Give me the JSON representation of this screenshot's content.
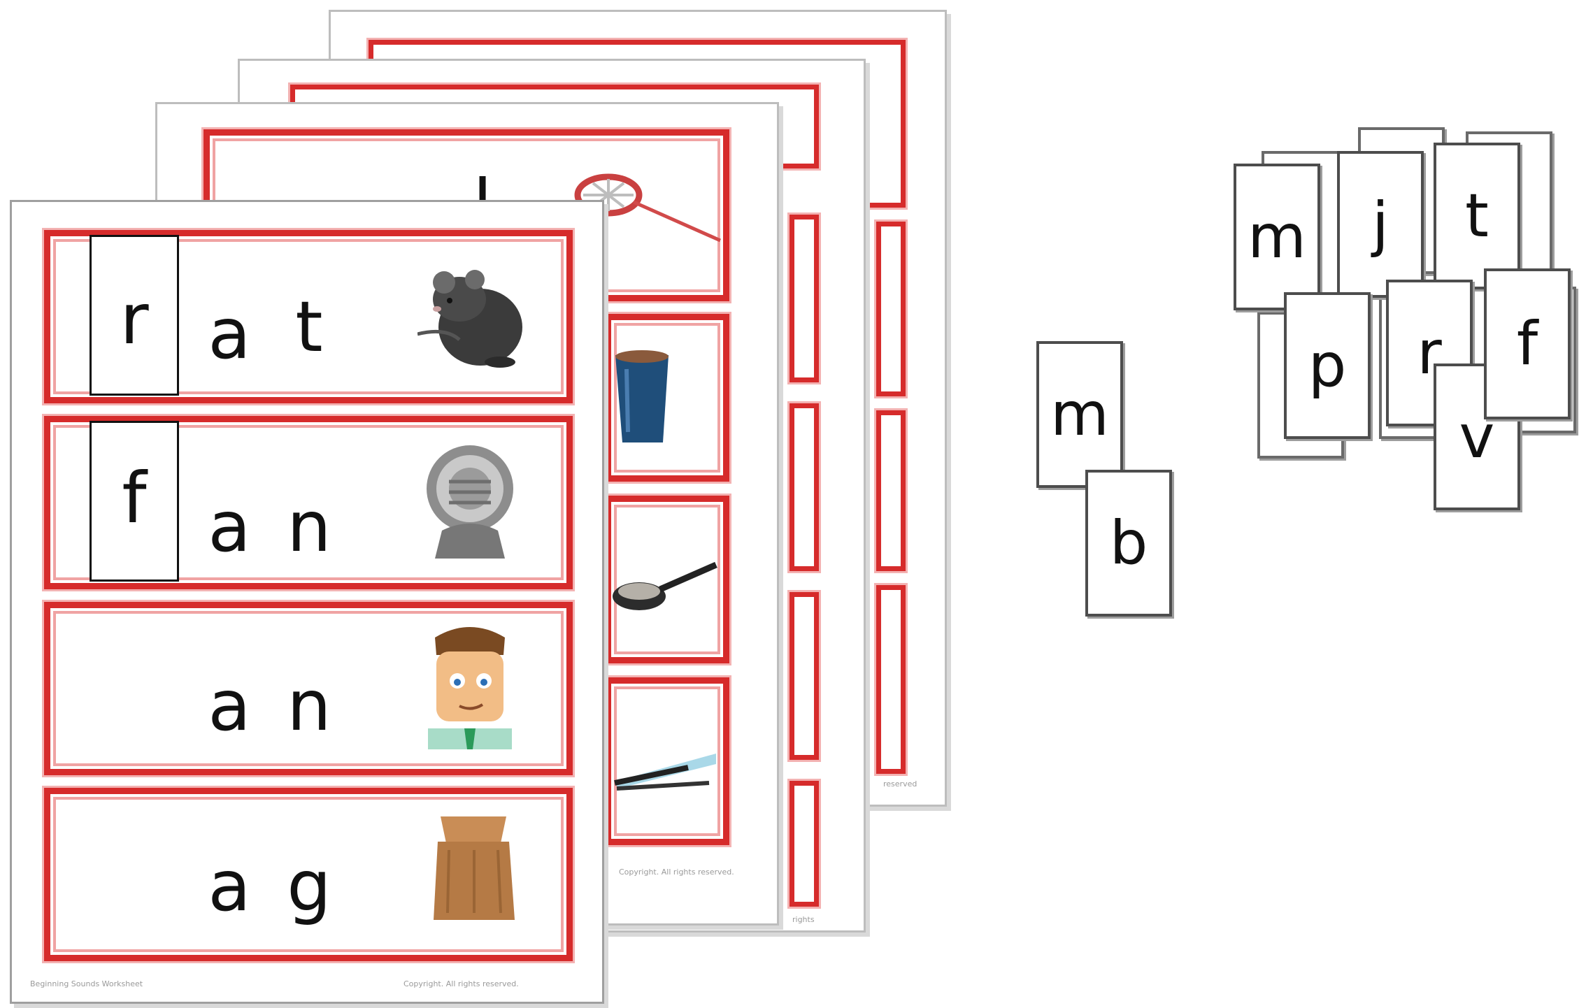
{
  "worksheet": {
    "front_page": {
      "rows": [
        {
          "slot_letter": "r",
          "letters": [
            "a",
            "t"
          ],
          "picture": "rat"
        },
        {
          "slot_letter": "f",
          "letters": [
            "a",
            "n"
          ],
          "picture": "fan"
        },
        {
          "slot_letter": "",
          "letters": [
            "a",
            "n"
          ],
          "picture": "man"
        },
        {
          "slot_letter": "",
          "letters": [
            "a",
            "g"
          ],
          "picture": "bag"
        }
      ],
      "footer_left": "Beginning Sounds Worksheet",
      "footer_right": "Copyright. All rights reserved."
    },
    "second_page": {
      "top_letter": "l",
      "pictures": [
        "net",
        "mug",
        "pan",
        "tongs"
      ],
      "footer": "Copyright. All rights reserved."
    },
    "third_page": {
      "footer": "rights"
    },
    "back_page": {
      "footer": "reserved"
    }
  },
  "loose_cards": {
    "pair": [
      "m",
      "b"
    ],
    "pile": [
      "m",
      "j",
      "t",
      "p",
      "r",
      "f",
      "v"
    ]
  },
  "colors": {
    "frame_red": "#d62b2b",
    "page_border": "#bdbdbd",
    "card_border": "#4d4d4d"
  }
}
